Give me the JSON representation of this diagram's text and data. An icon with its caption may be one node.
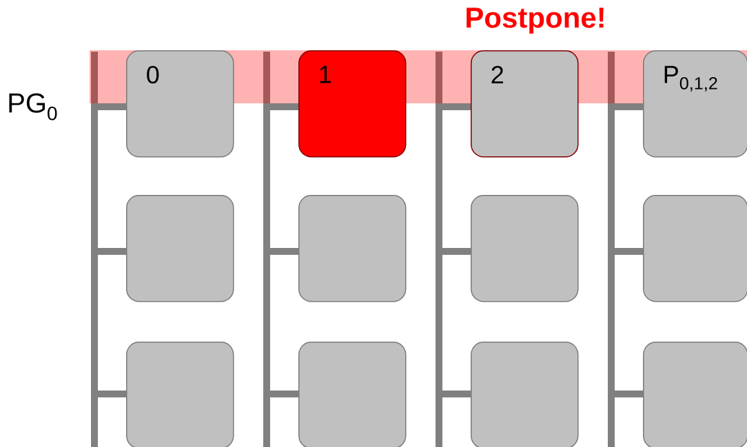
{
  "diagram": {
    "nodes": [
      {
        "text": [
          "PG$_{0}$"
        ]
      },
      {
        "text": [
          "0"
        ]
      },
      {
        "text": [
          "1"
        ]
      },
      {
        "text": [
          "2"
        ]
      },
      {
        "text": [
          "P$_{0,1,2}$"
        ]
      },
      {
        "text": [],
        "shape": "box"
      },
      {
        "text": [],
        "shape": "box"
      },
      {
        "text": [],
        "shape": "box"
      },
      {
        "text": [],
        "shape": "box"
      },
      {
        "text": [],
        "shape": "box"
      },
      {
        "text": [],
        "shape": "box"
      },
      {
        "text": [],
        "shape": "box"
      },
      {
        "text": [],
        "shape": "box"
      }
    ],
    "labels": [
      "Postpone!"
    ]
  }
}
